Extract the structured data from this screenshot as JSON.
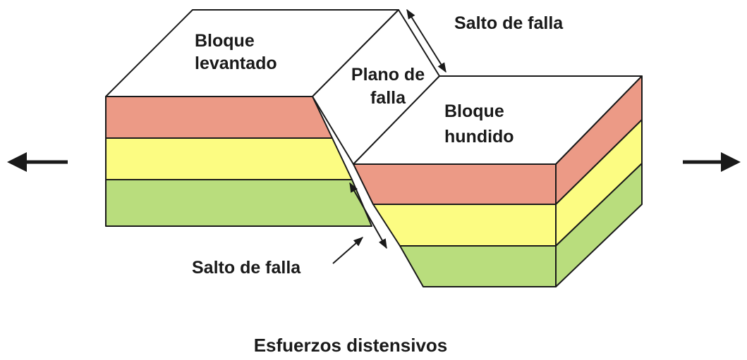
{
  "labels": {
    "upthrown_block_line1": "Bloque",
    "upthrown_block_line2": "levantado",
    "fault_plane_line1": "Plano de",
    "fault_plane_line2": "falla",
    "downthrown_block_line1": "Bloque",
    "downthrown_block_line2": "hundido",
    "throw_top": "Salto de falla",
    "throw_bottom": "Salto de falla",
    "caption": "Esfuerzos distensivos"
  },
  "colors": {
    "layer_red": "#ec9a86",
    "layer_yellow": "#fcfc82",
    "layer_green": "#b9dd7d",
    "top_surface": "#ffffff",
    "outline": "#1a1a1a"
  },
  "legend": {
    "left_arrow": "arrow-left-icon",
    "right_arrow": "arrow-right-icon"
  }
}
